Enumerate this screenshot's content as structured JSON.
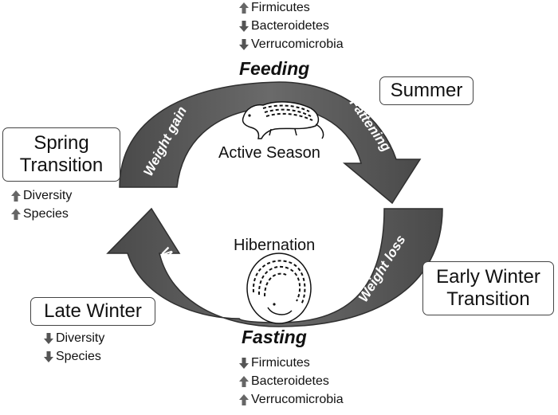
{
  "feeding": {
    "title": "Feeding",
    "taxa": [
      {
        "dir": "up",
        "name": "Firmicutes"
      },
      {
        "dir": "down",
        "name": "Bacteroidetes"
      },
      {
        "dir": "down",
        "name": "Verrucomicrobia"
      }
    ]
  },
  "fasting": {
    "title": "Fasting",
    "taxa": [
      {
        "dir": "down",
        "name": "Firmicutes"
      },
      {
        "dir": "up",
        "name": "Bacteroidetes"
      },
      {
        "dir": "up",
        "name": "Verrucomicrobia"
      }
    ]
  },
  "seasons": {
    "summer": "Summer",
    "spring": "Spring Transition",
    "early_winter": "Early Winter Transition",
    "late_winter": "Late Winter"
  },
  "spring_changes": [
    {
      "dir": "up",
      "name": "Diversity"
    },
    {
      "dir": "up",
      "name": "Species"
    }
  ],
  "late_winter_changes": [
    {
      "dir": "down",
      "name": "Diversity"
    },
    {
      "dir": "down",
      "name": "Species"
    }
  ],
  "center": {
    "active": "Active Season",
    "hibernation": "Hibernation"
  },
  "arrows": {
    "weight_gain": "Weight gain",
    "fattening": "Fattening",
    "weight_loss_right": "Weight loss",
    "weight_loss_left": "Weight loss"
  },
  "colors": {
    "arrow_fill": "#5a5a5a",
    "arrow_stroke": "#2f2f2f",
    "up_arrow": "#666666",
    "down_arrow": "#555555"
  }
}
